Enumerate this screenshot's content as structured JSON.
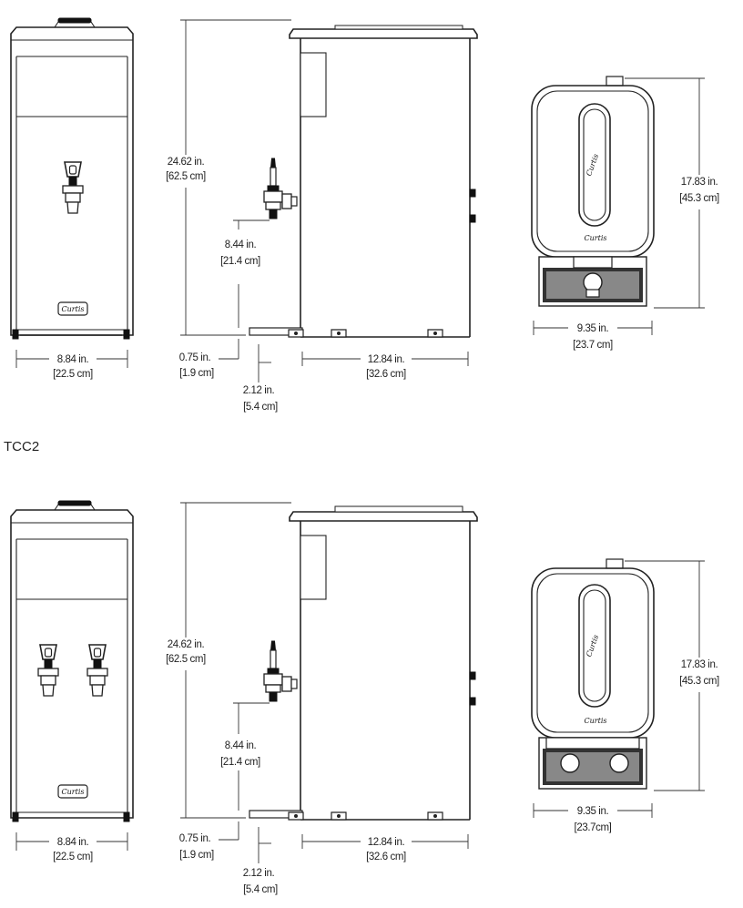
{
  "section_title": "TCC2",
  "brand_mark": "Curtis",
  "dimensions": {
    "width_front": "8.84 in.",
    "width_front_metric": "[22.5 cm]",
    "height": "24.62 in.",
    "height_metric": "[62.5 cm]",
    "faucet_height": "8.44 in.",
    "faucet_height_metric": "[21.4 cm]",
    "base_height": "0.75 in.",
    "base_height_metric": "[1.9 cm]",
    "faucet_offset": "2.12 in.",
    "faucet_offset_metric": "[5.4 cm]",
    "depth": "12.84 in.",
    "depth_metric": "[32.6 cm]",
    "top_depth": "17.83 in.",
    "top_depth_metric": "[45.3 cm]",
    "top_width": "9.35 in.",
    "top_width_metric": "[23.7 cm]",
    "top_width_metric_alt": "[23.7cm]"
  }
}
